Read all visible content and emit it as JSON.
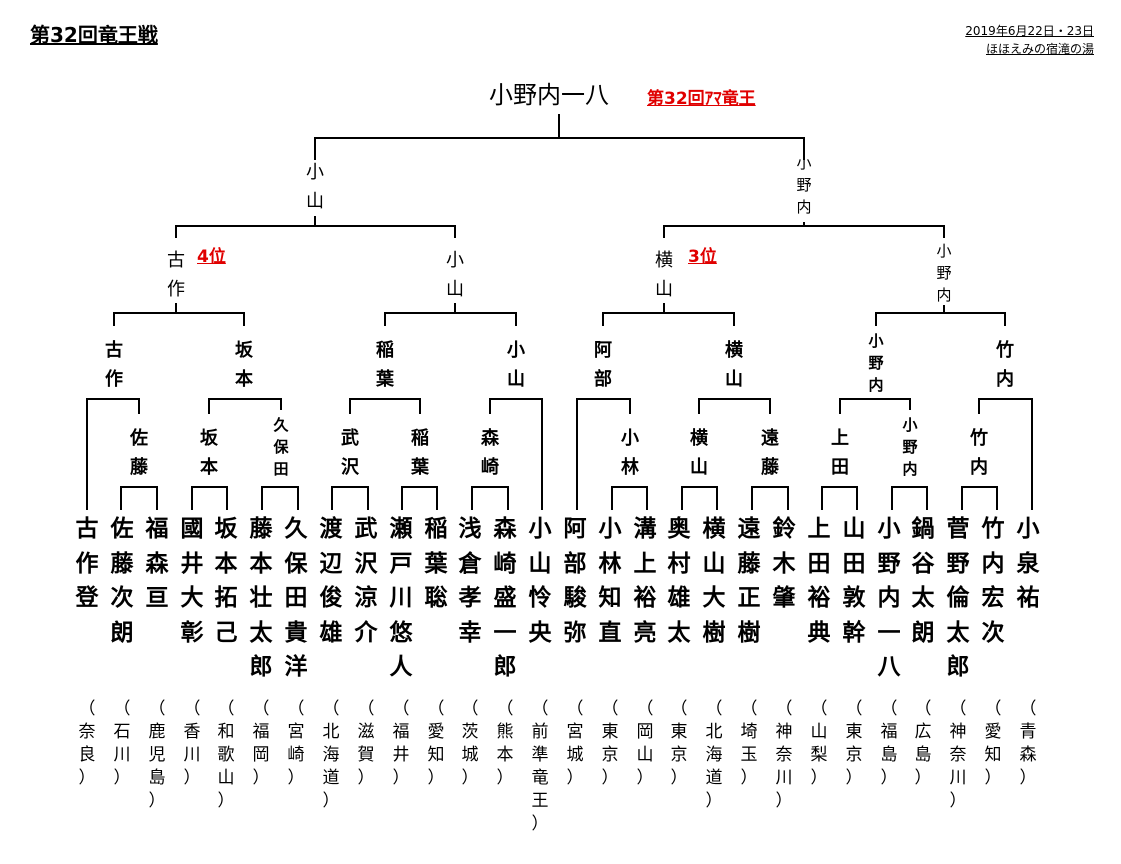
{
  "title": "第32回竜王戦",
  "date": "2019年6月22日・23日",
  "venue": "ほほえみの宿滝の湯",
  "champion": "小野内一八",
  "champion_badge": "第32回ｱﾏ竜王",
  "rank4_label": "4位",
  "rank3_label": "3位",
  "final_winners": [
    "小山",
    "小野内"
  ],
  "qf_winners": [
    "古作",
    "小山",
    "横山",
    "小野内"
  ],
  "r3_winners": [
    "古作",
    "坂本",
    "稲葉",
    "小山",
    "阿部",
    "横山",
    "小野内",
    "竹内"
  ],
  "r2_winners": [
    "佐藤",
    "坂本",
    "久保田",
    "武沢",
    "稲葉",
    "森崎",
    "小林",
    "横山",
    "遠藤",
    "上田",
    "小野内",
    "竹内"
  ],
  "players": [
    {
      "name": "古作登",
      "pref": "（奈良）"
    },
    {
      "name": "佐藤次朗",
      "pref": "（石川）"
    },
    {
      "name": "福森亘",
      "pref": "（鹿児島）"
    },
    {
      "name": "國井大彰",
      "pref": "（香川）"
    },
    {
      "name": "坂本拓己",
      "pref": "（和歌山）"
    },
    {
      "name": "藤本壮太郎",
      "pref": "（福岡）"
    },
    {
      "name": "久保田貴洋",
      "pref": "（宮崎）"
    },
    {
      "name": "渡辺俊雄",
      "pref": "（北海道）"
    },
    {
      "name": "武沢涼介",
      "pref": "（滋賀）"
    },
    {
      "name": "瀬戸川悠人",
      "pref": "（福井）"
    },
    {
      "name": "稲葉聡",
      "pref": "（愛知）"
    },
    {
      "name": "浅倉孝幸",
      "pref": "（茨城）"
    },
    {
      "name": "森崎盛一郎",
      "pref": "（熊本）"
    },
    {
      "name": "小山怜央",
      "pref": "（前準竜王）"
    },
    {
      "name": "阿部駿弥",
      "pref": "（宮城）"
    },
    {
      "name": "小林知直",
      "pref": "（東京）"
    },
    {
      "name": "溝上裕亮",
      "pref": "（岡山）"
    },
    {
      "name": "奥村雄太",
      "pref": "（東京）"
    },
    {
      "name": "横山大樹",
      "pref": "（北海道）"
    },
    {
      "name": "遠藤正樹",
      "pref": "（埼玉）"
    },
    {
      "name": "鈴木肇",
      "pref": "（神奈川）"
    },
    {
      "name": "上田裕典",
      "pref": "（山梨）"
    },
    {
      "name": "山田敦幹",
      "pref": "（東京）"
    },
    {
      "name": "小野内一八",
      "pref": "（福島）"
    },
    {
      "name": "鍋谷太朗",
      "pref": "（広島）"
    },
    {
      "name": "菅野倫太郎",
      "pref": "（神奈川）"
    },
    {
      "name": "竹内宏次",
      "pref": "（愛知）"
    },
    {
      "name": "小泉祐",
      "pref": "（青森）"
    }
  ],
  "colors": {
    "text": "#000000",
    "accent_red": "#e00000"
  }
}
